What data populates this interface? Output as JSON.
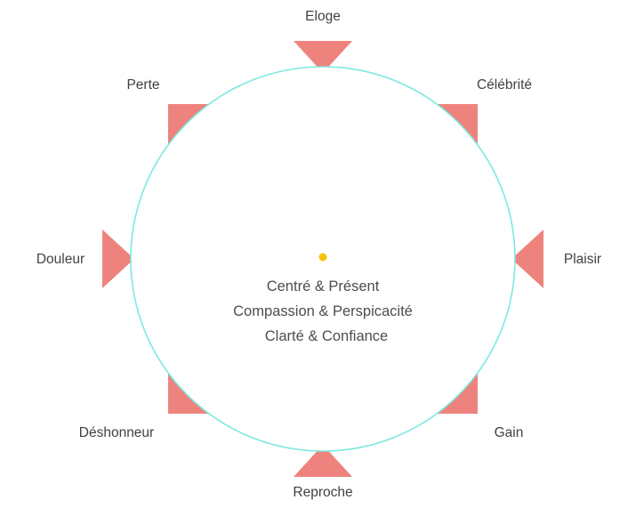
{
  "diagram": {
    "labels": {
      "top": "Eloge",
      "top_right": "Célébrité",
      "right": "Plaisir",
      "bottom_right": "Gain",
      "bottom": "Reproche",
      "bottom_left": "Déshonneur",
      "left": "Douleur",
      "top_left": "Perte"
    },
    "center": {
      "lines": [
        "Centré & Présent",
        "Compassion & Perspicacité",
        "Clarté & Confiance"
      ]
    },
    "colors": {
      "triangle": "#ee837e",
      "circle_stroke": "#7ce9e0",
      "circle_fill": "#ffffff",
      "center_dot": "#f6c30d",
      "label_text": "#414141",
      "center_text": "#4d4d4d"
    }
  }
}
